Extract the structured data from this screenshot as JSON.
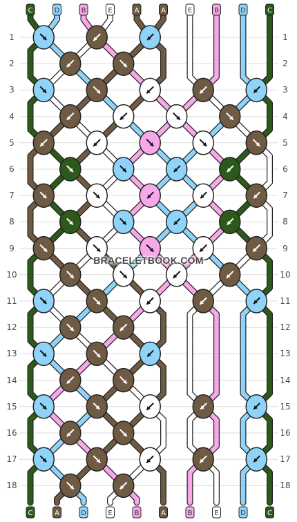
{
  "watermark": "BRACELETBOOK.COM",
  "colors": {
    "A": "#6f5a43",
    "B": "#f7a8e8",
    "C": "#2c5a1a",
    "D": "#8fd4f8",
    "E": "#ffffff"
  },
  "strings": [
    "C",
    "D",
    "B",
    "E",
    "A",
    "A",
    "E",
    "B",
    "D",
    "C"
  ],
  "row_labels": [
    "1",
    "2",
    "3",
    "4",
    "5",
    "6",
    "7",
    "8",
    "9",
    "10",
    "11",
    "12",
    "13",
    "14",
    "15",
    "16",
    "17",
    "18"
  ],
  "rows": [
    [
      {
        "c": "D",
        "d": "rf"
      },
      {
        "c": "A",
        "d": "b"
      },
      {
        "c": "D",
        "d": "lf"
      }
    ],
    [
      {
        "c": "A",
        "d": "b"
      },
      {
        "c": "A",
        "d": "f"
      }
    ],
    [
      {
        "c": "D",
        "d": "rf"
      },
      {
        "c": "A",
        "d": "f"
      },
      {
        "c": "E",
        "d": "b"
      },
      {
        "c": "A",
        "d": "b"
      },
      {
        "c": "D",
        "d": "lf"
      }
    ],
    [
      {
        "c": "A",
        "d": "b"
      },
      {
        "c": "E",
        "d": "b"
      },
      {
        "c": "E",
        "d": "f"
      },
      {
        "c": "A",
        "d": "f"
      }
    ],
    [
      {
        "c": "A",
        "d": "b"
      },
      {
        "c": "E",
        "d": "b"
      },
      {
        "c": "B",
        "d": "f"
      },
      {
        "c": "E",
        "d": "f"
      },
      {
        "c": "A",
        "d": "f"
      }
    ],
    [
      {
        "c": "C",
        "d": "rb"
      },
      {
        "c": "D",
        "d": "rf"
      },
      {
        "c": "D",
        "d": "lf"
      },
      {
        "c": "C",
        "d": "lb"
      }
    ],
    [
      {
        "c": "A",
        "d": "rf"
      },
      {
        "c": "E",
        "d": "rf"
      },
      {
        "c": "B",
        "d": "lf"
      },
      {
        "c": "E",
        "d": "lf"
      },
      {
        "c": "A",
        "d": "lf"
      }
    ],
    [
      {
        "c": "C",
        "d": "rb"
      },
      {
        "c": "D",
        "d": "rf"
      },
      {
        "c": "D",
        "d": "lf"
      },
      {
        "c": "C",
        "d": "lb"
      }
    ],
    [
      {
        "c": "A",
        "d": "f"
      },
      {
        "c": "E",
        "d": "f"
      },
      {
        "c": "B",
        "d": "f"
      },
      {
        "c": "E",
        "d": "b"
      },
      {
        "c": "A",
        "d": "b"
      }
    ],
    [
      {
        "c": "A",
        "d": "f"
      },
      {
        "c": "E",
        "d": "f"
      },
      {
        "c": "E",
        "d": "b"
      },
      {
        "c": "A",
        "d": "b"
      }
    ],
    [
      {
        "c": "D",
        "d": "rf"
      },
      {
        "c": "A",
        "d": "f"
      },
      {
        "c": "E",
        "d": "b"
      },
      {
        "c": "A",
        "d": "b"
      },
      {
        "c": "D",
        "d": "lf"
      }
    ],
    [
      {
        "c": "A",
        "d": "f"
      },
      {
        "c": "A",
        "d": "b"
      }
    ],
    [
      {
        "c": "D",
        "d": "rf"
      },
      {
        "c": "A",
        "d": "f"
      },
      {
        "c": "D",
        "d": "lf"
      }
    ],
    [
      {
        "c": "A",
        "d": "b"
      },
      {
        "c": "A",
        "d": "f"
      }
    ],
    [
      {
        "c": "D",
        "d": "rf"
      },
      {
        "c": "A",
        "d": "rf"
      },
      {
        "c": "E",
        "d": "b"
      },
      {
        "c": "A",
        "d": "lf"
      },
      {
        "c": "D",
        "d": "lf"
      }
    ],
    [
      {
        "c": "A",
        "d": "b"
      },
      {
        "c": "A",
        "d": "f"
      }
    ],
    [
      {
        "c": "D",
        "d": "rf"
      },
      {
        "c": "A",
        "d": "f"
      },
      {
        "c": "E",
        "d": "b"
      },
      {
        "c": "A",
        "d": "b"
      },
      {
        "c": "D",
        "d": "lf"
      }
    ],
    [
      {
        "c": "A",
        "d": "f"
      },
      {
        "c": "A",
        "d": "b"
      }
    ]
  ]
}
